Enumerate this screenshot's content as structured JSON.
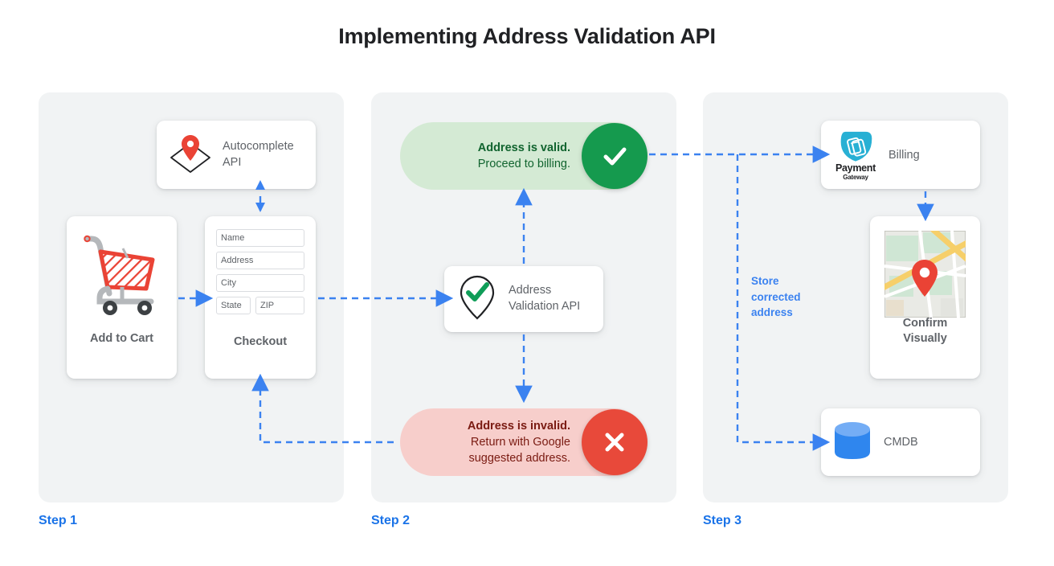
{
  "page": {
    "title": "Implementing Address Validation API",
    "background": "#ffffff",
    "panel_color": "#f1f3f4",
    "accent_blue": "#1a73e8",
    "valid_green": "#159a4e",
    "invalid_red": "#e8493a"
  },
  "steps": [
    {
      "label": "Step 1"
    },
    {
      "label": "Step 2"
    },
    {
      "label": "Step 3"
    }
  ],
  "step1": {
    "autocomplete_card": {
      "label_line1": "Autocomplete",
      "label_line2": "API",
      "icon": "map-pin-envelope-icon"
    },
    "cart_card": {
      "caption": "Add to Cart",
      "icon": "shopping-cart-icon"
    },
    "checkout_card": {
      "caption": "Checkout",
      "fields": [
        {
          "placeholder": "Name",
          "value": ""
        },
        {
          "placeholder": "Address",
          "value": ""
        },
        {
          "placeholder": "City",
          "value": ""
        },
        {
          "placeholder": "State",
          "value": ""
        },
        {
          "placeholder": "ZIP",
          "value": ""
        }
      ]
    }
  },
  "step2": {
    "valid_pill": {
      "heading": "Address is valid.",
      "detail": "Proceed to billing.",
      "badge_icon": "check-icon",
      "background": "#d4ead4",
      "badge_color": "#159a4e"
    },
    "validation_card": {
      "label_line1": "Address",
      "label_line2": "Validation API",
      "icon": "pin-check-icon"
    },
    "invalid_pill": {
      "heading": "Address is invalid.",
      "detail_line1": "Return with Google",
      "detail_line2": "suggested address.",
      "badge_icon": "close-icon",
      "background": "#f7cecb",
      "badge_color": "#e8493a"
    }
  },
  "step3": {
    "billing_card": {
      "label": "Billing",
      "logo_name": "Payment",
      "logo_sub": "Gateway",
      "icon": "payment-gateway-icon"
    },
    "confirm_card": {
      "caption_line1": "Confirm",
      "caption_line2": "Visually",
      "icon": "map-thumbnail-icon"
    },
    "cmdb_card": {
      "label": "CMDB",
      "icon": "database-icon"
    },
    "store_note": {
      "line1": "Store",
      "line2": "corrected",
      "line3": "address"
    }
  },
  "connectors": [
    {
      "name": "cart-to-checkout",
      "style": "dashed-arrow-right"
    },
    {
      "name": "checkout-to-autocomplete",
      "style": "dashed-double-arrow-vertical"
    },
    {
      "name": "checkout-to-validation",
      "style": "dashed-arrow-right"
    },
    {
      "name": "validation-to-valid",
      "style": "dashed-arrow-up"
    },
    {
      "name": "validation-to-invalid",
      "style": "dashed-arrow-down"
    },
    {
      "name": "valid-to-billing",
      "style": "dashed-arrow-right"
    },
    {
      "name": "billing-to-confirm",
      "style": "dashed-arrow-down"
    },
    {
      "name": "branch-to-cmdb",
      "style": "dashed-arrow-right"
    },
    {
      "name": "invalid-to-checkout",
      "style": "dashed-arrow-up"
    }
  ]
}
